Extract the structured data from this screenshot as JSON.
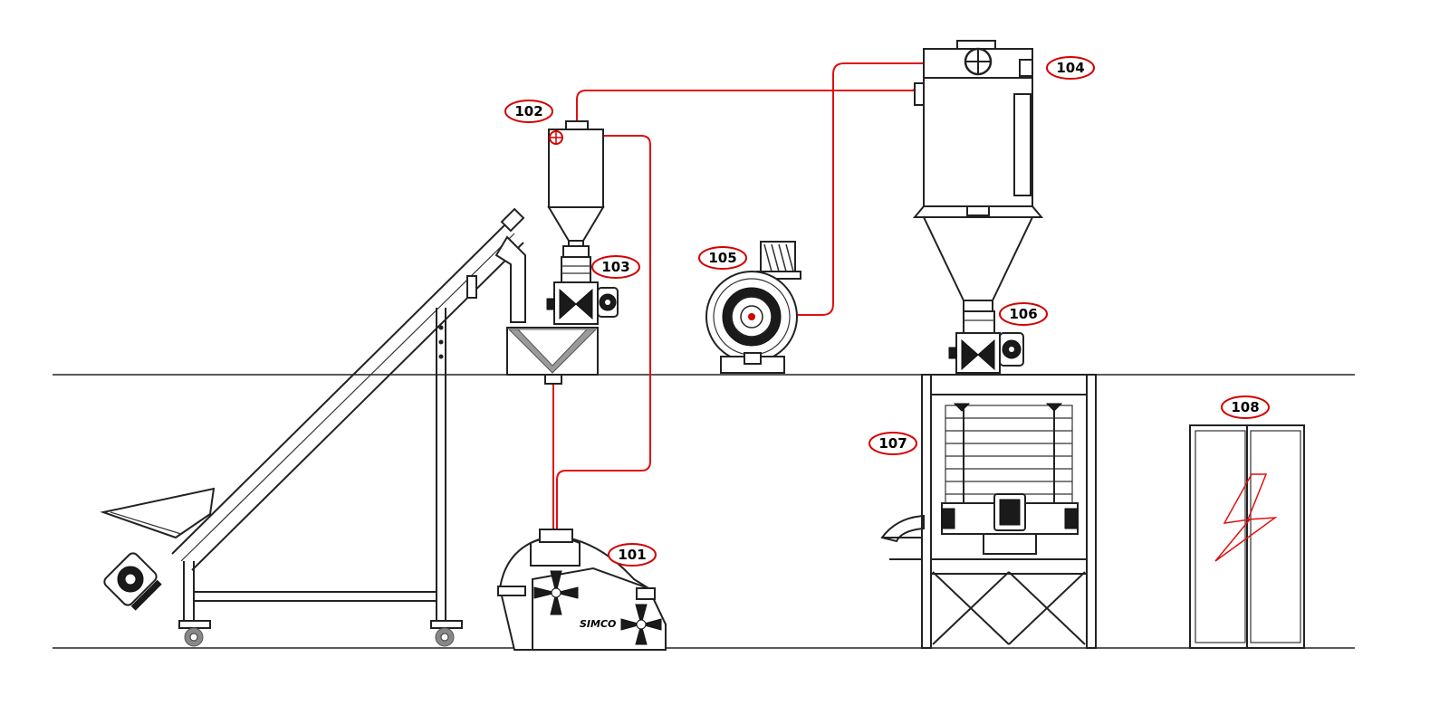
{
  "colors": {
    "pipe": "#e01010",
    "outline": "#222222",
    "label_ring": "#d40000",
    "background": "#ffffff"
  },
  "labels": {
    "l101": "101",
    "l102": "102",
    "l103": "103",
    "l104": "104",
    "l105": "105",
    "l106": "106",
    "l107": "107",
    "l108": "108"
  },
  "brand_mark": "SIMCO",
  "icons": {
    "panel_symbol": "lightning-bolt-icon"
  }
}
